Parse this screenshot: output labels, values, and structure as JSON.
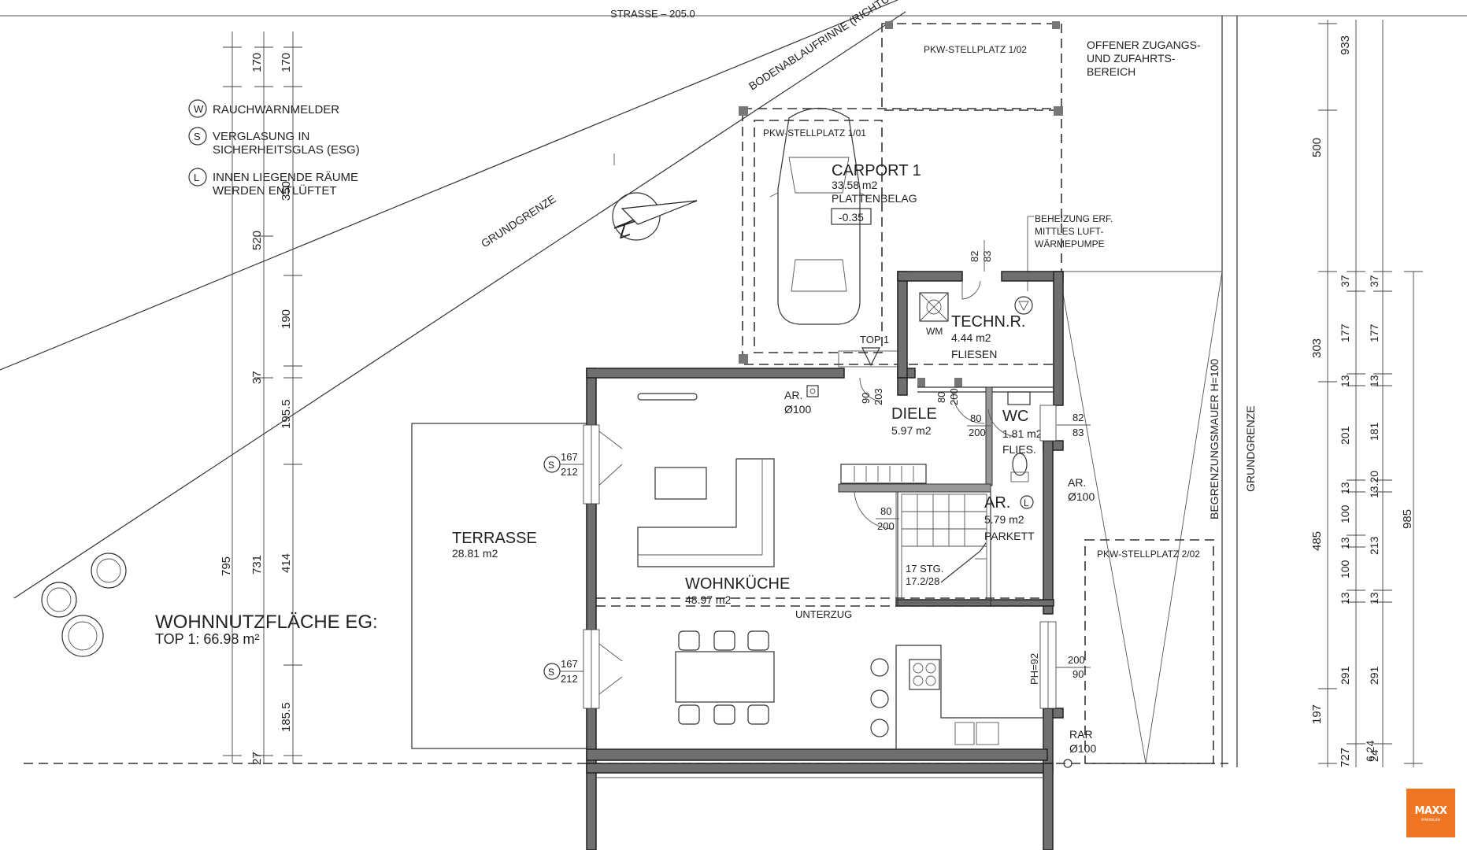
{
  "legend": {
    "items": [
      {
        "symbol": "W",
        "label": "RAUCHWARNMELDER"
      },
      {
        "symbol": "S",
        "label_line1": "VERGLASUNG IN",
        "label_line2": "SICHERHEITSGLAS (ESG)"
      },
      {
        "symbol": "L",
        "label_line1": "INNEN LIEGENDE RÄUME",
        "label_line2": "WERDEN ENTLÜFTET"
      }
    ]
  },
  "summary": {
    "title": "WOHNNUTZFLÄCHE EG:",
    "subtitle": "TOP 1: 66.98 m²"
  },
  "site": {
    "street": "STRASSE – 205.0",
    "drain": "BODENABLAUFRINNE (RICHTUNG)",
    "boundary_diagonal": "GRUNDGRENZE",
    "boundary_right": "GRUNDGRENZE",
    "wall_right": "BEGRENZUNGSMAUER H=100",
    "access_line1": "OFFENER ZUGANGS-",
    "access_line2": "UND ZUFAHRTS-",
    "access_line3": "BEREICH",
    "heating_line1": "BEHEIZUNG ERF.",
    "heating_line2": "MITTLES LUFT-",
    "heating_line3": "WÄRMEPUMPE"
  },
  "parking": {
    "p102": "PKW-STELLPLATZ 1/02",
    "p101": "PKW-STELLPLATZ 1/01",
    "p202": "PKW-STELLPLATZ 2/02"
  },
  "rooms": {
    "carport": {
      "name": "CARPORT 1",
      "area": "33.58 m2",
      "floor": "PLATTENBELAG",
      "level": "-0.35"
    },
    "techn": {
      "name": "TECHN.R.",
      "area": "4.44 m2",
      "floor": "FLIESEN",
      "wm": "WM"
    },
    "diele": {
      "name": "DIELE",
      "area": "5.97 m2"
    },
    "wc": {
      "name": "WC",
      "area": "1.81 m2",
      "floor": "FLIES."
    },
    "ar": {
      "name": "AR.",
      "area": "5.79 m2",
      "floor": "PARKETT"
    },
    "wohnkueche": {
      "name": "WOHNKÜCHE",
      "area": "48.97 m2"
    },
    "terrasse": {
      "name": "TERRASSE",
      "area": "28.81 m2"
    }
  },
  "labels": {
    "top1": "TOP 1",
    "unterzug": "UNTERZUG",
    "stairs_line1": "17 STG.",
    "stairs_line2": "17.2/28",
    "ph": "PH=92",
    "ar_d100": "AR.",
    "ar_d100_b": "Ø100",
    "ar_right": "AR.",
    "ar_right_b": "Ø100",
    "rar": "RAR",
    "rar_b": "Ø100"
  },
  "door_dims": {
    "d82a": "82",
    "d83a": "83",
    "d90": "90",
    "d203": "203",
    "d80a": "80",
    "d200a": "200",
    "d80b": "80",
    "d200b": "200",
    "d82b": "82",
    "d83b": "83",
    "d80c": "80",
    "d200c": "200",
    "w200": "200",
    "w90": "90",
    "s167a": "167",
    "s212a": "212",
    "s167b": "167",
    "s212b": "212"
  },
  "dims_left_outer": [
    "170",
    "520",
    "795"
  ],
  "dims_left_inner": [
    "170",
    "350",
    "190",
    "37",
    "195.5",
    "731",
    "414",
    "185.5",
    "27"
  ],
  "dims_right_a": [
    "933",
    "500",
    "303",
    "485",
    "197",
    "727"
  ],
  "dims_right_b": [
    "37",
    "177",
    "13",
    "201",
    "13",
    "100",
    "13",
    "100",
    "13",
    "291",
    "6.24"
  ],
  "dims_right_c": [
    "37",
    "177",
    "13",
    "181",
    "13.20",
    "213",
    "13",
    "291",
    "24"
  ],
  "dims_right_total": "985",
  "logo": {
    "line1": "MAXX",
    "line2": "IMMOBILIEN"
  },
  "colors": {
    "wall": "#6f6f6f",
    "line": "#333333",
    "logo": "#ee7522"
  }
}
